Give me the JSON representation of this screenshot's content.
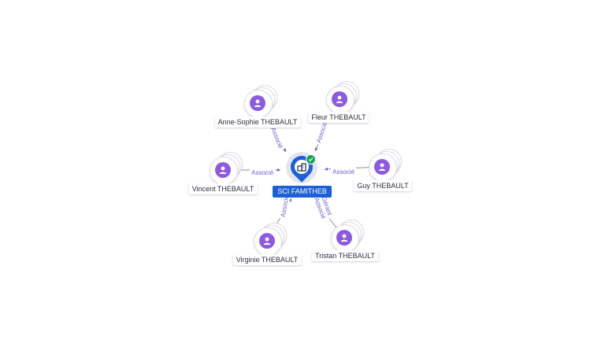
{
  "company": {
    "name": "SCI FAMITHEB",
    "icon": "building-icon",
    "status_icon": "check-icon",
    "accent_color": "#1d5fd6",
    "status_color": "#17a35a"
  },
  "person_icon": "user-icon",
  "person_color": "#8c5be0",
  "people": [
    {
      "name": "Anne-Sophie THEBAULT",
      "relation": "Associé"
    },
    {
      "name": "Fleur THEBAULT",
      "relation": "Associé"
    },
    {
      "name": "Vincent THEBAULT",
      "relation": "Associé"
    },
    {
      "name": "Guy THEBAULT",
      "relation": "Associé"
    },
    {
      "name": "Virginie THEBAULT",
      "relation": "Associé"
    },
    {
      "name": "Tristan THEBAULT",
      "relation": "Gérant\nAssocié"
    }
  ]
}
